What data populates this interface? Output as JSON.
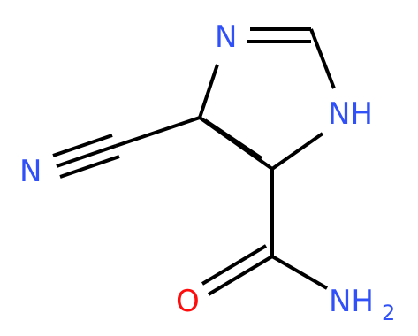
{
  "molecule": {
    "atoms": {
      "n_ring": {
        "symbol": "N"
      },
      "nh_ring": {
        "symbol": "NH"
      },
      "n_nitrile": {
        "symbol": "N"
      },
      "o_carbonyl": {
        "symbol": "O"
      },
      "nh2": {
        "symbol": "NH",
        "subscript": "2"
      }
    }
  },
  "colors": {
    "nitrogen": "#3050F8",
    "oxygen": "#FF0D0D",
    "bond": "#000000",
    "background": "#FFFFFF"
  }
}
